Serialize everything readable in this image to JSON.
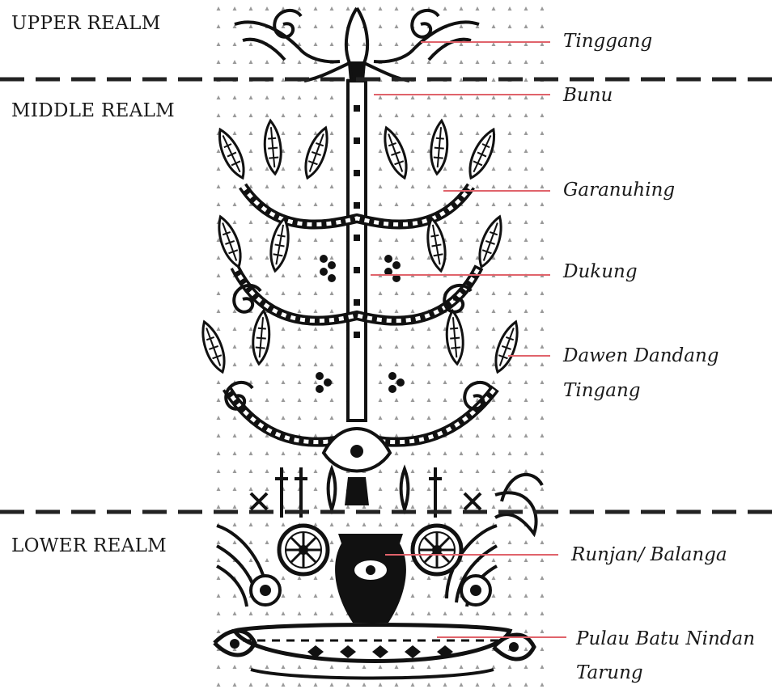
{
  "realms": {
    "upper": "UPPER REALM",
    "middle": "MIDDLE REALM",
    "lower": "LOWER REALM"
  },
  "callouts": {
    "tinggang": "Tinggang",
    "bunu": "Bunu",
    "garanuhing": "Garanuhing",
    "dukung": "Dukung",
    "dawen_line1": "Dawen Dandang",
    "dawen_line2": "Tingang",
    "runjan": "Runjan/ Balanga",
    "pulau_line1": "Pulau Batu Nindan",
    "pulau_line2": "Tarung"
  },
  "colors": {
    "ink": "#111111",
    "leader": "#e0636b",
    "dots": "#9a9a9a",
    "divider": "#222222"
  }
}
